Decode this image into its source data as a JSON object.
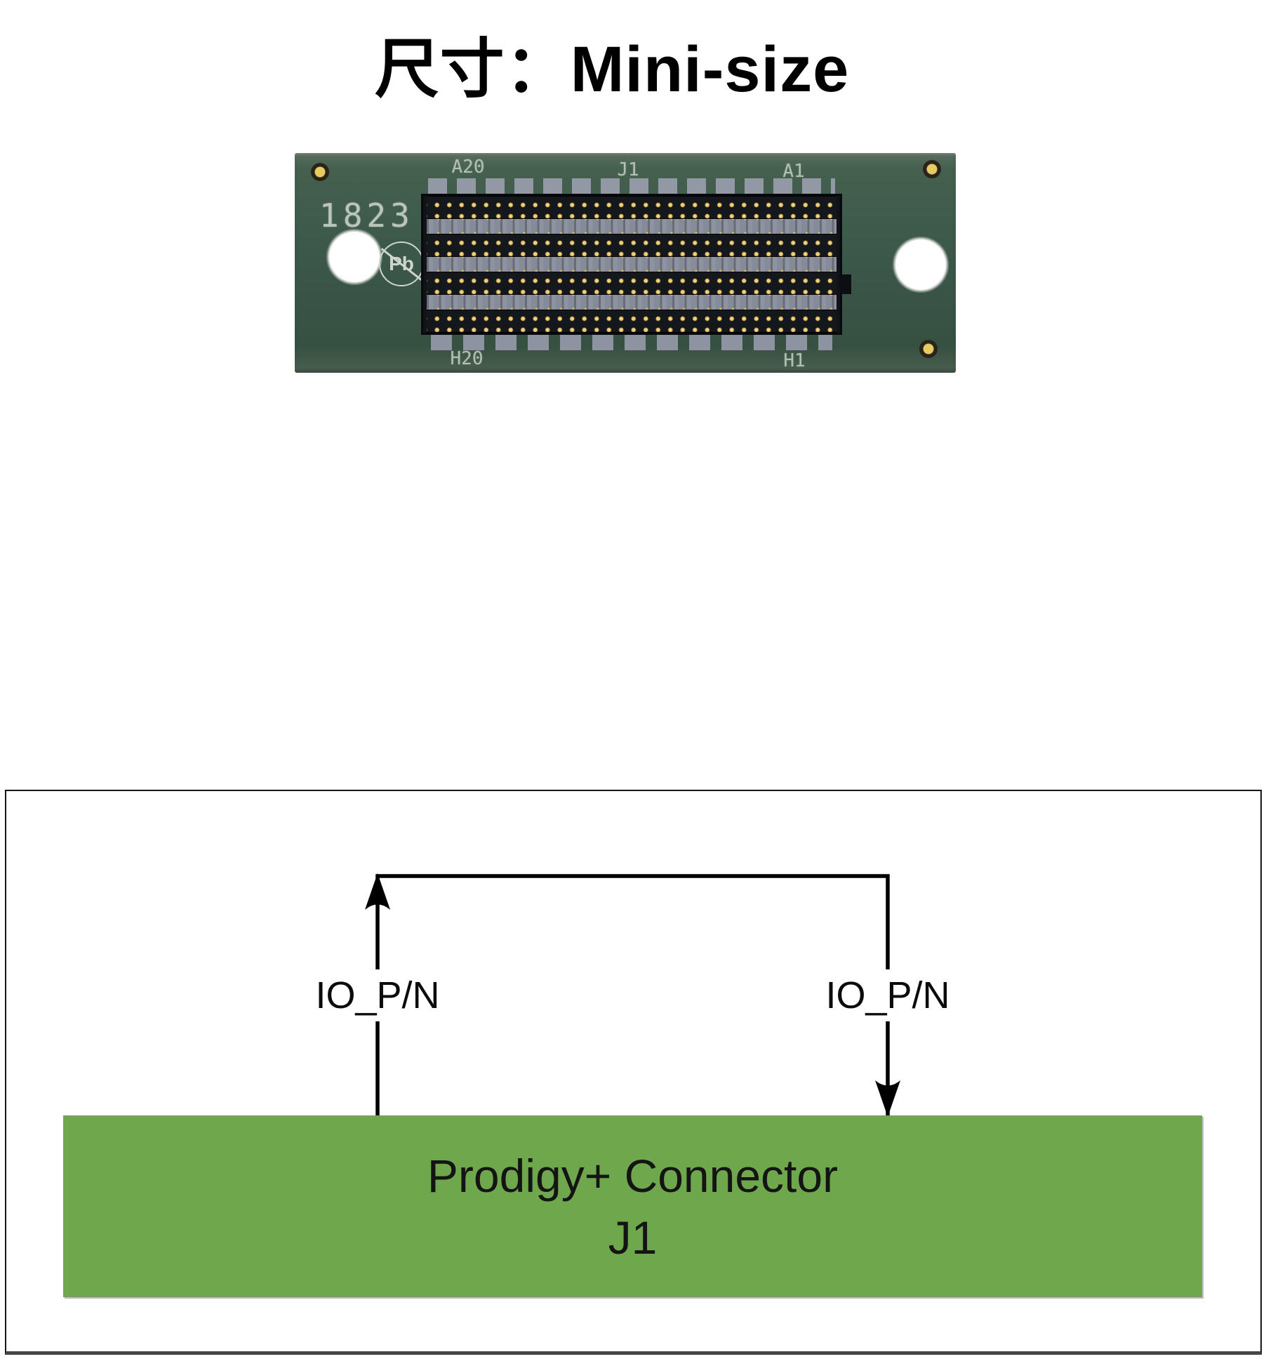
{
  "title": "尺寸：Mini-size",
  "pcb": {
    "date_code": "1823",
    "pb_free_label": "Pb",
    "silkscreen": {
      "top_left": "A20",
      "top_center": "J1",
      "top_right": "A1",
      "bottom_left": "H20",
      "bottom_right": "H1"
    },
    "colors": {
      "board_green": "#3C584A",
      "pin_gold": "#D9BD5E"
    }
  },
  "diagram": {
    "io_label_left": "IO_P/N",
    "io_label_right": "IO_P/N",
    "connector_line1": "Prodigy+ Connector",
    "connector_line2": "J1",
    "colors": {
      "connector_green": "#6FA84C",
      "wire": "#000000"
    }
  }
}
